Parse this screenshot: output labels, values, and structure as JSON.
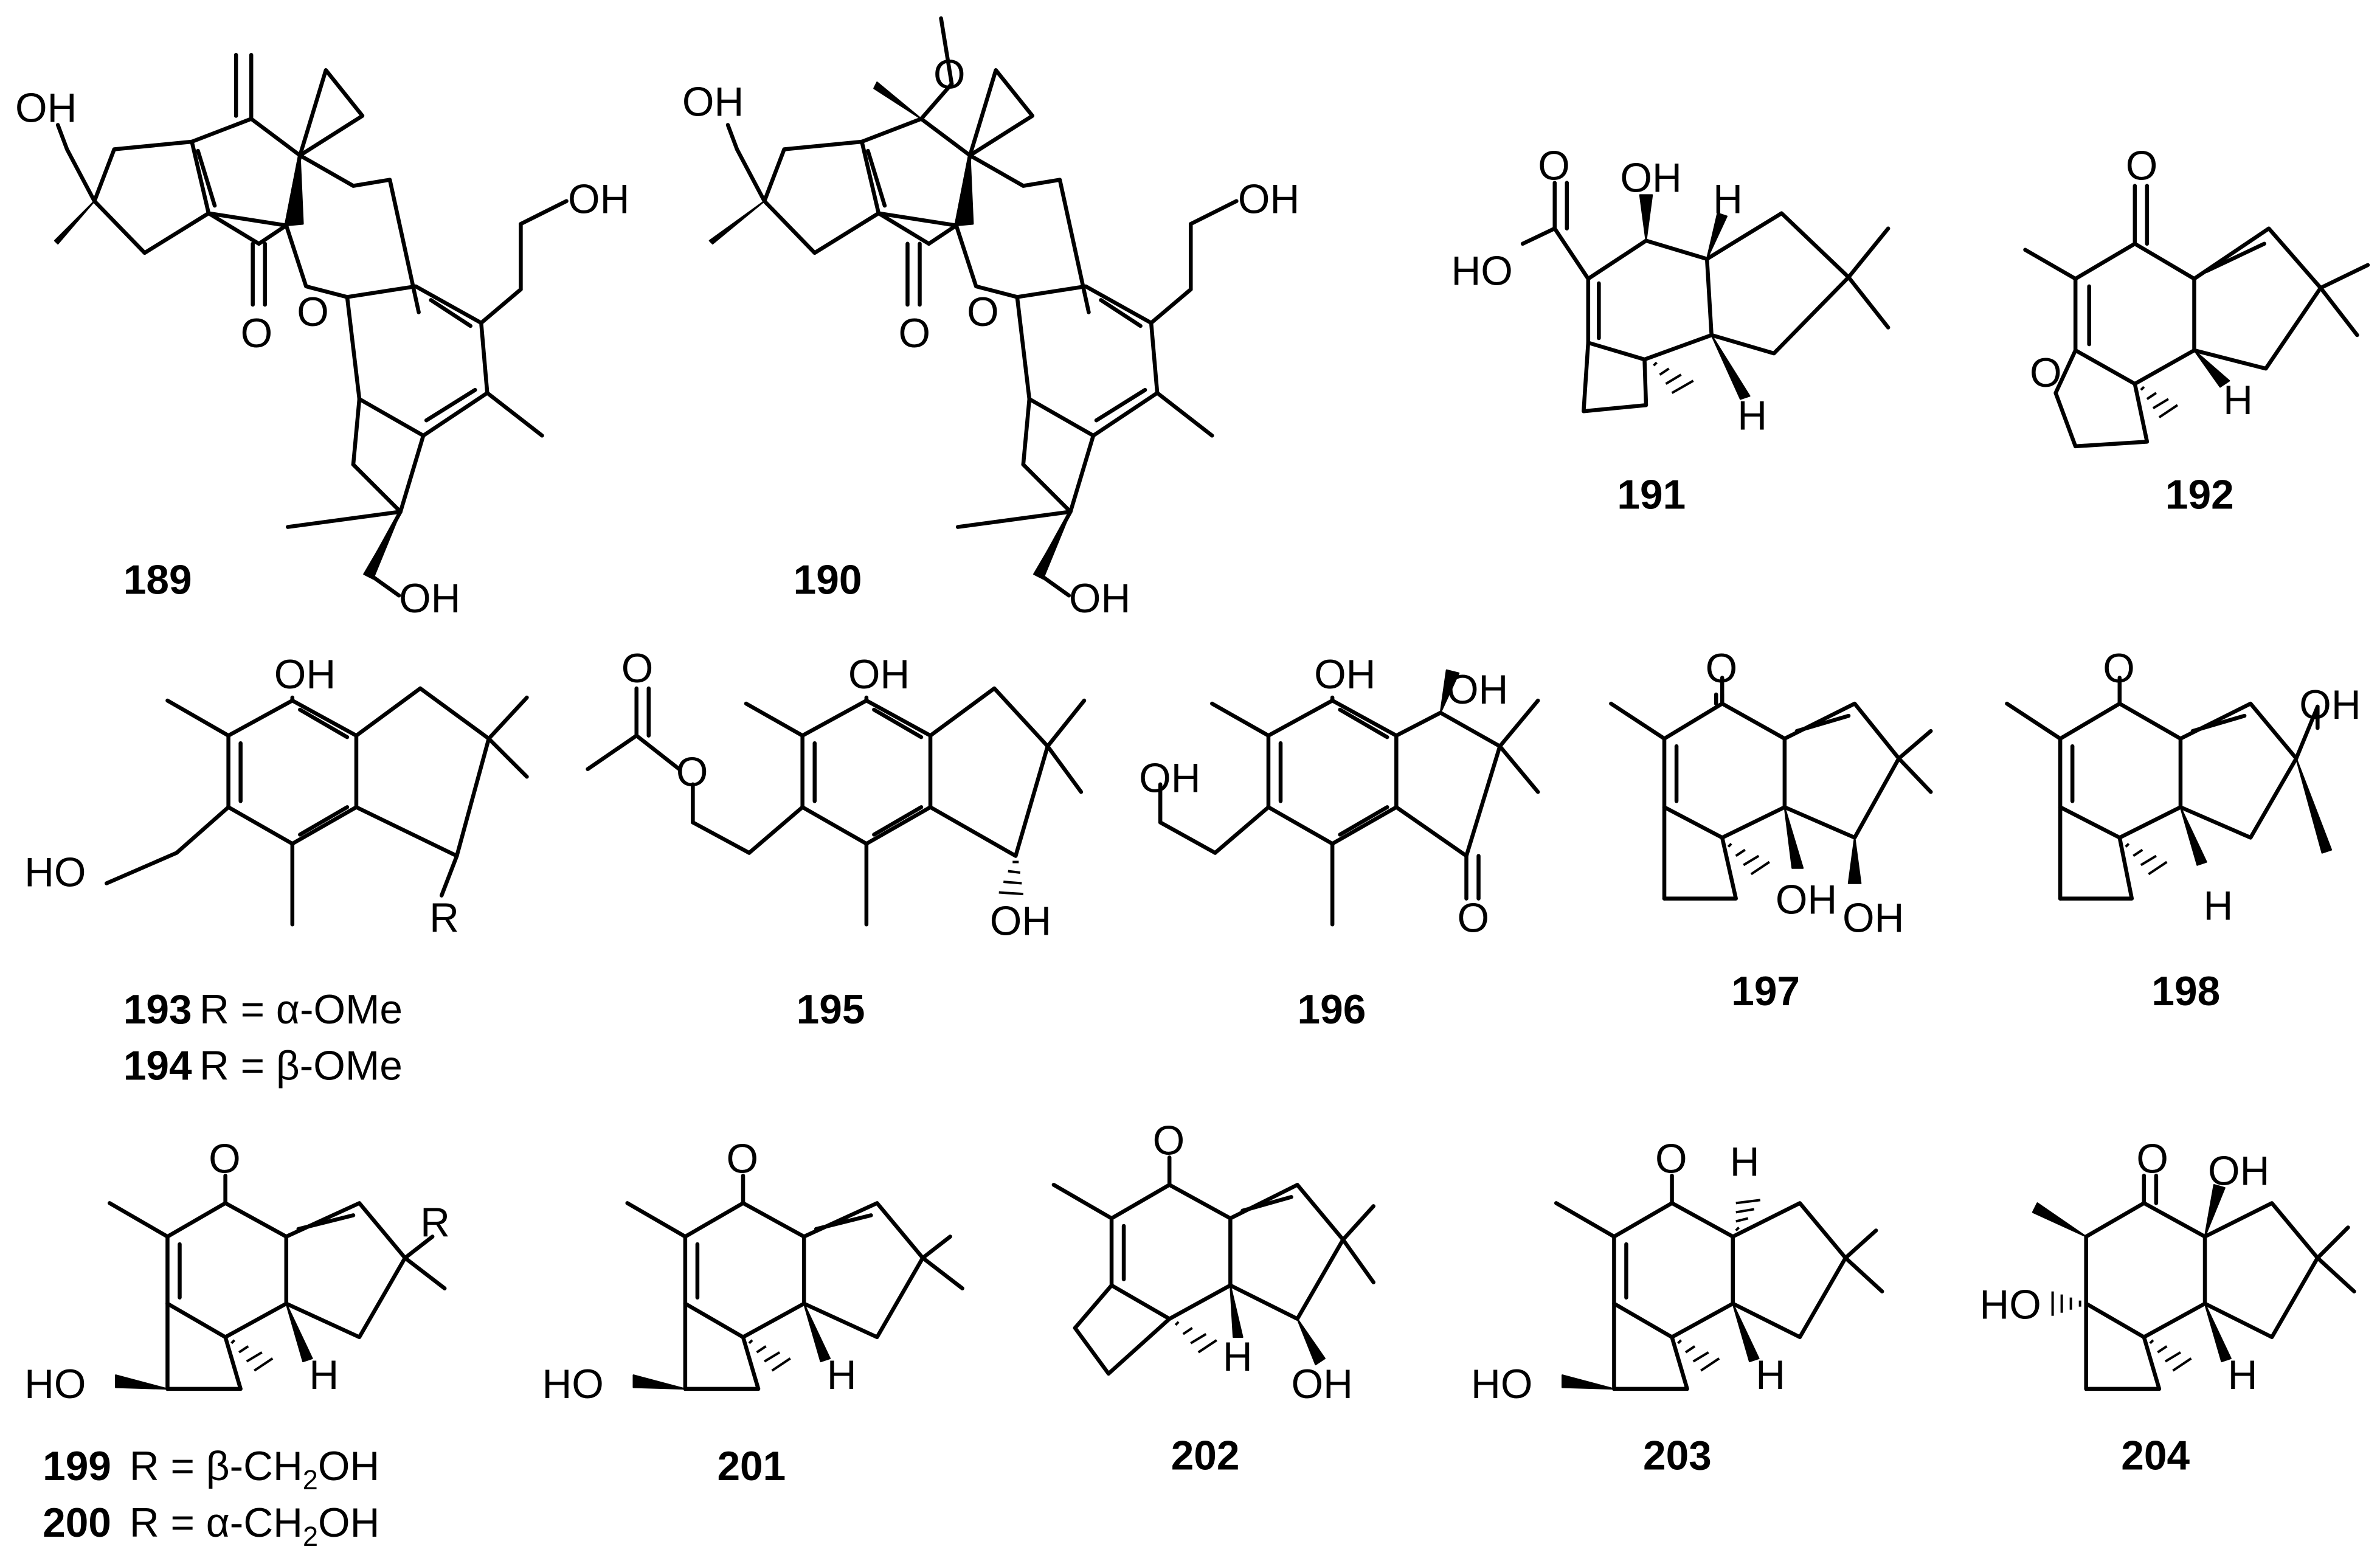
{
  "figure": {
    "compounds": [
      {
        "id": "189",
        "atoms": {
          "oh_a": "OH",
          "oh_b": "OH",
          "oh_c": "OH",
          "o_keto": "O",
          "o_ring": "O"
        }
      },
      {
        "id": "190",
        "atoms": {
          "oh_a": "OH",
          "oh_b": "OH",
          "oh_c": "OH",
          "o_keto": "O",
          "o_ring": "O",
          "o_methoxy": "O"
        }
      },
      {
        "id": "191",
        "atoms": {
          "o_acid": "O",
          "ho": "HO",
          "oh": "OH",
          "h_top": "H",
          "h_bottom": "H"
        }
      },
      {
        "id": "192",
        "atoms": {
          "o_keto": "O",
          "o_furan": "O",
          "h": "H"
        }
      },
      {
        "id": "193",
        "r_group": "R = α-OMe",
        "atoms": {
          "oh": "OH",
          "ho": "HO",
          "r": "R"
        }
      },
      {
        "id": "194",
        "r_group": "R = β-OMe"
      },
      {
        "id": "195",
        "atoms": {
          "oh_top": "OH",
          "oh_bottom": "OH",
          "o_carbonyl": "O",
          "o_ester": "O"
        }
      },
      {
        "id": "196",
        "atoms": {
          "oh_top": "OH",
          "oh_ring": "OH",
          "oh_chain": "OH",
          "o_keto": "O"
        }
      },
      {
        "id": "197",
        "atoms": {
          "o_keto": "O",
          "oh_a": "OH",
          "oh_b": "OH"
        }
      },
      {
        "id": "198",
        "atoms": {
          "o_keto": "O",
          "oh": "OH",
          "h": "H"
        }
      },
      {
        "id": "199",
        "r_group_prefix": "R = β-CH",
        "r_group_sub": "2",
        "r_group_suffix": "OH",
        "atoms": {
          "o_keto": "O",
          "ho": "HO",
          "h": "H",
          "r": "R"
        }
      },
      {
        "id": "200",
        "r_group_prefix": "R = α-CH",
        "r_group_sub": "2",
        "r_group_suffix": "OH"
      },
      {
        "id": "201",
        "atoms": {
          "o_keto": "O",
          "ho": "HO",
          "h": "H"
        }
      },
      {
        "id": "202",
        "atoms": {
          "o_keto": "O",
          "oh": "OH",
          "h": "H"
        }
      },
      {
        "id": "203",
        "atoms": {
          "o_keto": "O",
          "ho": "HO",
          "h_top": "H",
          "h_bottom": "H"
        }
      },
      {
        "id": "204",
        "atoms": {
          "o_keto": "O",
          "oh": "OH",
          "ho": "HO",
          "h": "H"
        }
      }
    ]
  }
}
